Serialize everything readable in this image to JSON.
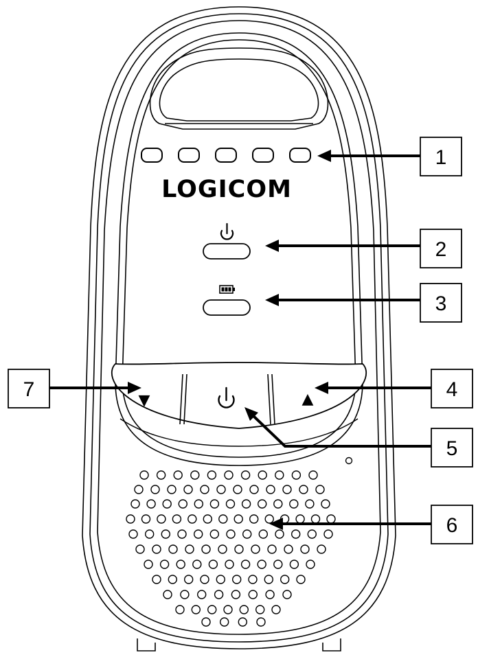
{
  "brand": {
    "logo_text": "LOGICOM"
  },
  "icons": {
    "power_icon_top": "power-icon",
    "battery_icon": "battery-icon",
    "power_icon_center": "power-icon",
    "down_arrow": "volume-down-triangle-icon",
    "up_arrow": "volume-up-triangle-icon"
  },
  "glyphs": {
    "power": "⏻",
    "down": "▼",
    "up": "▲"
  },
  "callouts": [
    {
      "id": "led-indicators",
      "label": "1"
    },
    {
      "id": "power-button",
      "label": "2"
    },
    {
      "id": "battery-button",
      "label": "3"
    },
    {
      "id": "volume-up-button",
      "label": "4"
    },
    {
      "id": "center-power-button",
      "label": "5"
    },
    {
      "id": "speaker-grille",
      "label": "6"
    },
    {
      "id": "volume-down-button",
      "label": "7"
    }
  ],
  "colors": {
    "line": "#000000",
    "background": "#ffffff"
  }
}
